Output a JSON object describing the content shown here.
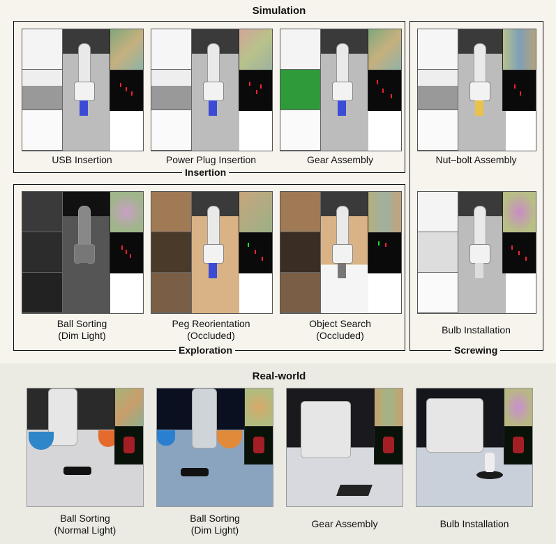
{
  "simulation": {
    "title": "Simulation",
    "groups": {
      "insertion": "Insertion",
      "exploration": "Exploration",
      "screwing": "Screwing"
    },
    "tasks": [
      {
        "id": "usb",
        "caption": [
          "USB Insertion"
        ]
      },
      {
        "id": "power",
        "caption": [
          "Power Plug Insertion"
        ]
      },
      {
        "id": "gear",
        "caption": [
          "Gear Assembly"
        ]
      },
      {
        "id": "nut",
        "caption": [
          "Nut–bolt Assembly"
        ]
      },
      {
        "id": "ball",
        "caption": [
          "Ball Sorting",
          "(Dim Light)"
        ]
      },
      {
        "id": "peg",
        "caption": [
          "Peg Reorientation",
          "(Occluded)"
        ]
      },
      {
        "id": "search",
        "caption": [
          "Object Search",
          "(Occluded)"
        ]
      },
      {
        "id": "bulb",
        "caption": [
          "Bulb Installation"
        ]
      }
    ]
  },
  "realworld": {
    "title": "Real-world",
    "tasks": [
      {
        "id": "r_ball_normal",
        "caption": [
          "Ball Sorting",
          "(Normal Light)"
        ]
      },
      {
        "id": "r_ball_dim",
        "caption": [
          "Ball Sorting",
          "(Dim Light)"
        ]
      },
      {
        "id": "r_gear",
        "caption": [
          "Gear Assembly"
        ]
      },
      {
        "id": "r_bulb",
        "caption": [
          "Bulb Installation"
        ]
      }
    ]
  },
  "colors": {
    "sim_band": "#f7f4ee",
    "real_band": "#ebebe3",
    "gripper_blue": "#3c4bd6",
    "tactile_red": "#e23"
  }
}
